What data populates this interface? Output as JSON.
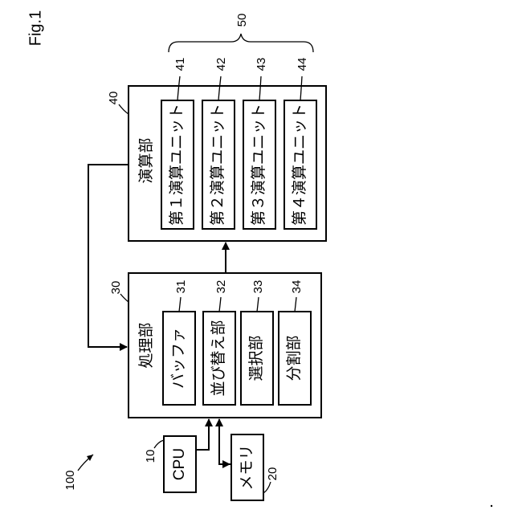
{
  "figure_label": "Fig.1",
  "system": {
    "ref": "100"
  },
  "cpu": {
    "label": "CPU",
    "ref": "10"
  },
  "memory": {
    "label": "メモリ",
    "ref": "20"
  },
  "processing": {
    "label": "処理部",
    "ref": "30",
    "units": [
      {
        "label": "バッファ",
        "ref": "31"
      },
      {
        "label": "並び替え部",
        "ref": "32"
      },
      {
        "label": "選択部",
        "ref": "33"
      },
      {
        "label": "分割部",
        "ref": "34"
      }
    ]
  },
  "compute": {
    "label": "演算部",
    "ref": "40",
    "group_ref": "50",
    "units": [
      {
        "label": "第１演算ユニット",
        "ref": "41"
      },
      {
        "label": "第２演算ユニット",
        "ref": "42"
      },
      {
        "label": "第３演算ユニット",
        "ref": "43"
      },
      {
        "label": "第４演算ユニット",
        "ref": "44"
      }
    ]
  }
}
